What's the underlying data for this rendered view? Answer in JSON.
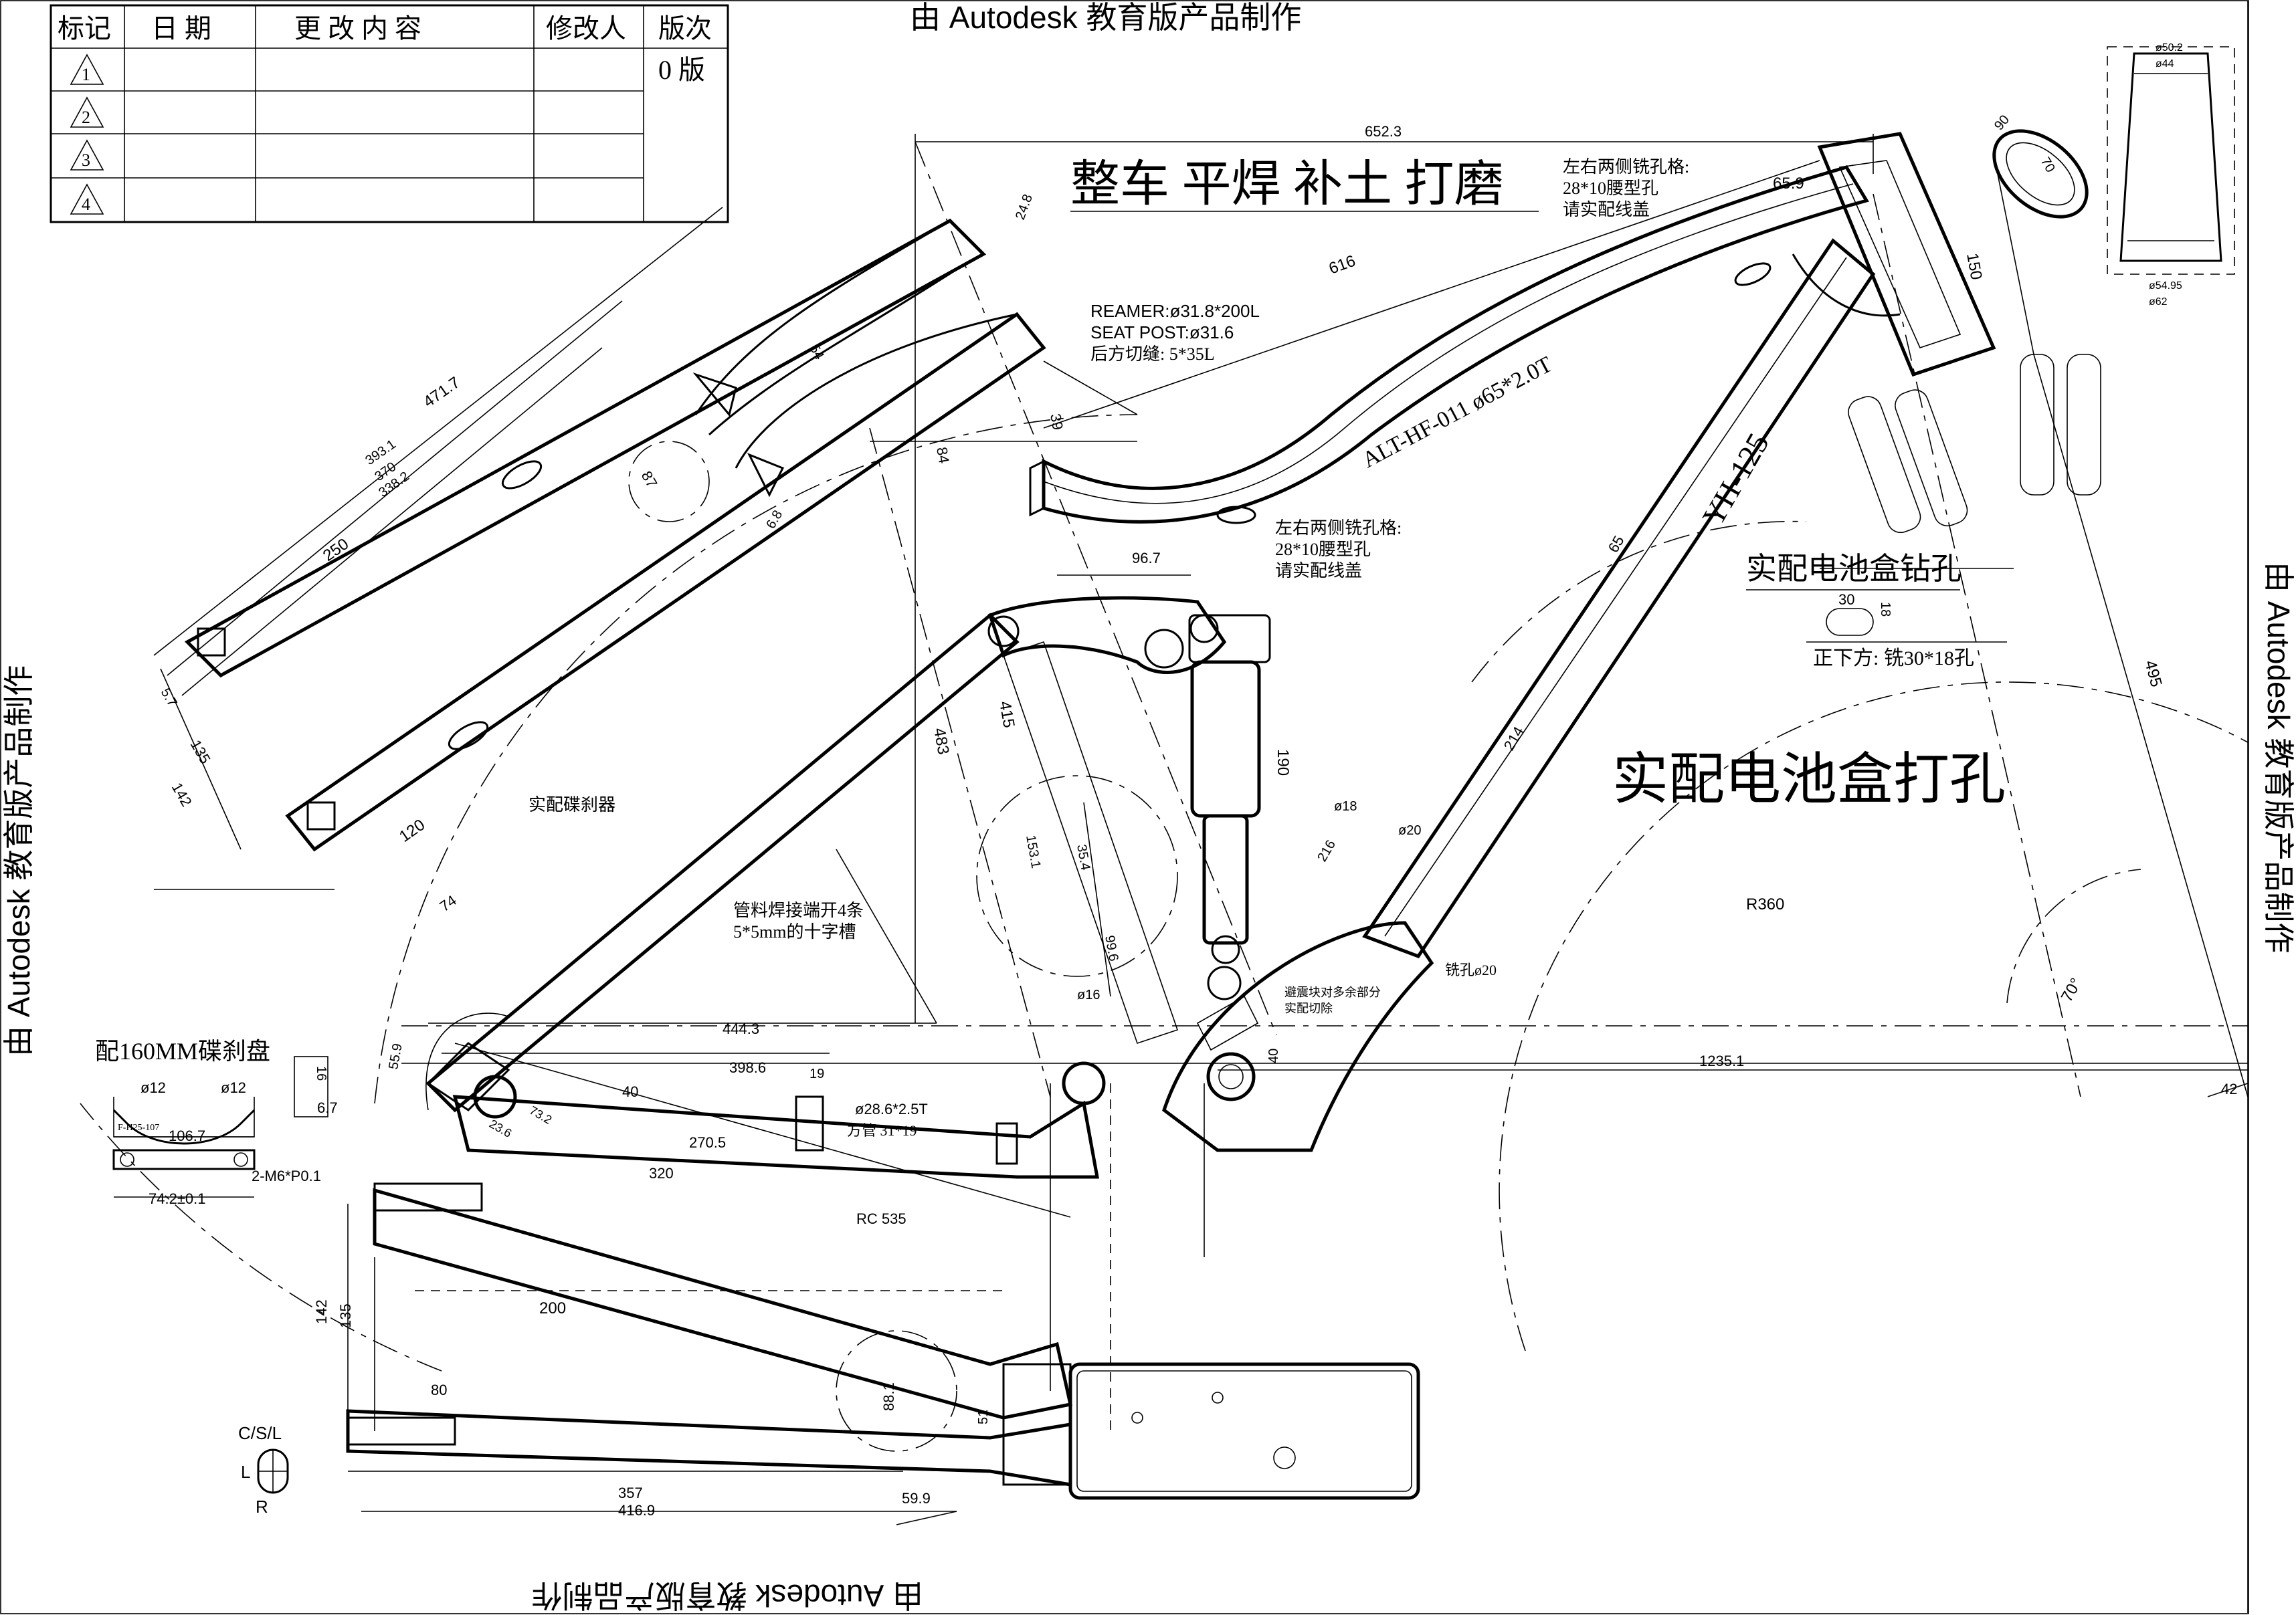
{
  "watermark": {
    "top": "由 Autodesk 教育版产品制作",
    "bottom": "由 Autodesk 教育版产品制作",
    "left": "由 Autodesk 教育版产品制作",
    "right": "由 Autodesk 教育版产品制作"
  },
  "revision_table": {
    "headers": [
      "标记",
      "日 期",
      "更 改 内 容",
      "修改人",
      "版次"
    ],
    "rows": [
      {
        "mark": "1",
        "version": "0 版"
      },
      {
        "mark": "2",
        "version": ""
      },
      {
        "mark": "3",
        "version": ""
      },
      {
        "mark": "4",
        "version": ""
      }
    ]
  },
  "notes": {
    "weld_title": "整车  平焊  补土  打磨",
    "mill_slot_1": "左右两侧铣孔格:",
    "mill_slot_2": "28*10腰型孔",
    "mill_slot_3": "请实配线盖",
    "reamer": "REAMER:ø31.8*200L",
    "seat_post": "SEAT POST:ø31.6",
    "rear_cut": "后方切缝: 5*35L",
    "mill_slot_b1": "左右两侧铣孔格:",
    "mill_slot_b2": "28*10腰型孔",
    "mill_slot_b3": "请实配线盖",
    "battery_drill": "实配电池盒钻孔",
    "bottom_mill": "正下方: 铣30*18孔",
    "battery_hole": "实配电池盒打孔",
    "brake_fit": "实配碟刹器",
    "tube_slot_1": "管料焊接端开4条",
    "tube_slot_2": "5*5mm的十字槽",
    "disc_160": "配160MM碟刹盘",
    "mill_hole_20": "铣孔ø20",
    "avoid_1": "避震块对多余部分",
    "avoid_2": "实配切除",
    "tube_model": "ALT-HF-011  ø65*2.0T",
    "yh125": "YH-125",
    "part_code": "F-H25-107",
    "csl": "C/S/L",
    "L": "L",
    "R": "R"
  },
  "dims": {
    "d652": "652.3",
    "d659": "65.9",
    "d616": "616",
    "d150": "150",
    "d495": "495",
    "d1235": "1235.1",
    "d42": "42",
    "d70deg": "70°",
    "dR360": "R360",
    "d4717": "471.7",
    "d3931": "393.1",
    "d370": "370",
    "d3382": "338.2",
    "d250": "250",
    "d57": "5.7",
    "d135a": "135",
    "d142a": "142",
    "d120": "120",
    "d74": "74",
    "d559": "55.9",
    "d248": "24.8",
    "d68": "6.8",
    "d87": "87",
    "d54": "54",
    "d39": "39",
    "d84": "84",
    "d967": "96.7",
    "d65": "65",
    "d30": "30",
    "d18": "18",
    "d415": "415",
    "d483": "483",
    "d1531": "153.1",
    "d354": "35.4",
    "d996": "99.6",
    "d190": "190",
    "d16": "ø16",
    "d18b": "ø18",
    "d20": "ø20",
    "d216": "216",
    "d214": "214",
    "d4443": "444.3",
    "d3986": "398.6",
    "d40": "40",
    "d2705": "270.5",
    "d320": "320",
    "d19": "19",
    "d285": "ø28.6*2.5T",
    "d31x19": "方管 31*19",
    "dRC535": "RC 535",
    "d40b": "40",
    "d236": "23.6",
    "d732": "73.2",
    "d12a": "ø12",
    "d12b": "ø12",
    "d16b": "16",
    "d67": "6.7",
    "d1067": "106.7",
    "d742": "74.2±0.1",
    "dM6": "2-M6*P0.1",
    "d142b": "142",
    "d135b": "135",
    "d200": "200",
    "d80": "80",
    "d357": "357",
    "d4169": "416.9",
    "d599": "59.9",
    "d881": "88.1",
    "d51": "51",
    "d502": "ø50.2",
    "d44": "ø44",
    "d5495": "ø54.95",
    "d62": "ø62",
    "d90": "90",
    "d70": "70"
  }
}
